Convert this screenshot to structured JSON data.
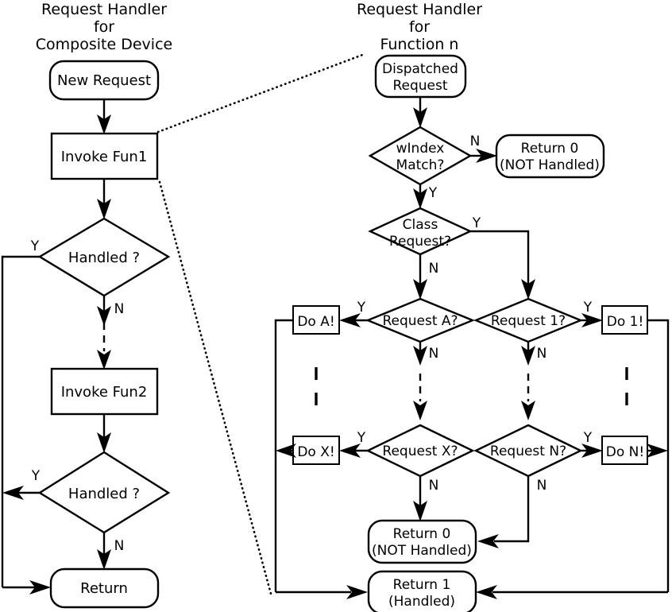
{
  "diagram": {
    "title_left": {
      "line1": "Request Handler",
      "line2": "for",
      "line3": "Composite Device"
    },
    "title_right": {
      "line1": "Request Handler",
      "line2": "for",
      "line3": "Function n"
    },
    "left_column": {
      "new_request": "New Request",
      "invoke_fun1": "Invoke Fun1",
      "handled_1": "Handled ?",
      "handled_1_yes": "Y",
      "handled_1_no": "N",
      "invoke_fun2": "Invoke Fun2",
      "handled_2": "Handled ?",
      "handled_2_yes": "Y",
      "handled_2_no": "N",
      "return": "Return"
    },
    "right_column": {
      "dispatched_request": {
        "line1": "Dispatched",
        "line2": "Request"
      },
      "windex_match": {
        "line1": "wIndex",
        "line2": "Match?"
      },
      "windex_no": "N",
      "windex_yes": "Y",
      "return0_top": {
        "line1": "Return 0",
        "line2": "(NOT Handled)"
      },
      "class_request": {
        "line1": "Class",
        "line2": "Request?"
      },
      "class_yes": "Y",
      "class_no": "N",
      "request_a": "Request A?",
      "request_a_yes": "Y",
      "request_a_no": "N",
      "do_a": "Do A!",
      "request_1": "Request 1?",
      "request_1_yes": "Y",
      "request_1_no": "N",
      "do_1": "Do 1!",
      "ellipsis": "|",
      "request_x": "Request X?",
      "request_x_yes": "Y",
      "request_x_no": "N",
      "do_x": "Do X!",
      "request_n": "Request N?",
      "request_n_yes": "Y",
      "request_n_no": "N",
      "do_n": "Do N!",
      "return0_bottom": {
        "line1": "Return 0",
        "line2": "(NOT Handled)"
      },
      "return1": {
        "line1": "Return 1",
        "line2": "(Handled)"
      }
    },
    "colors": {
      "stroke": "#000000",
      "fill": "#ffffff",
      "text": "#000000"
    }
  }
}
